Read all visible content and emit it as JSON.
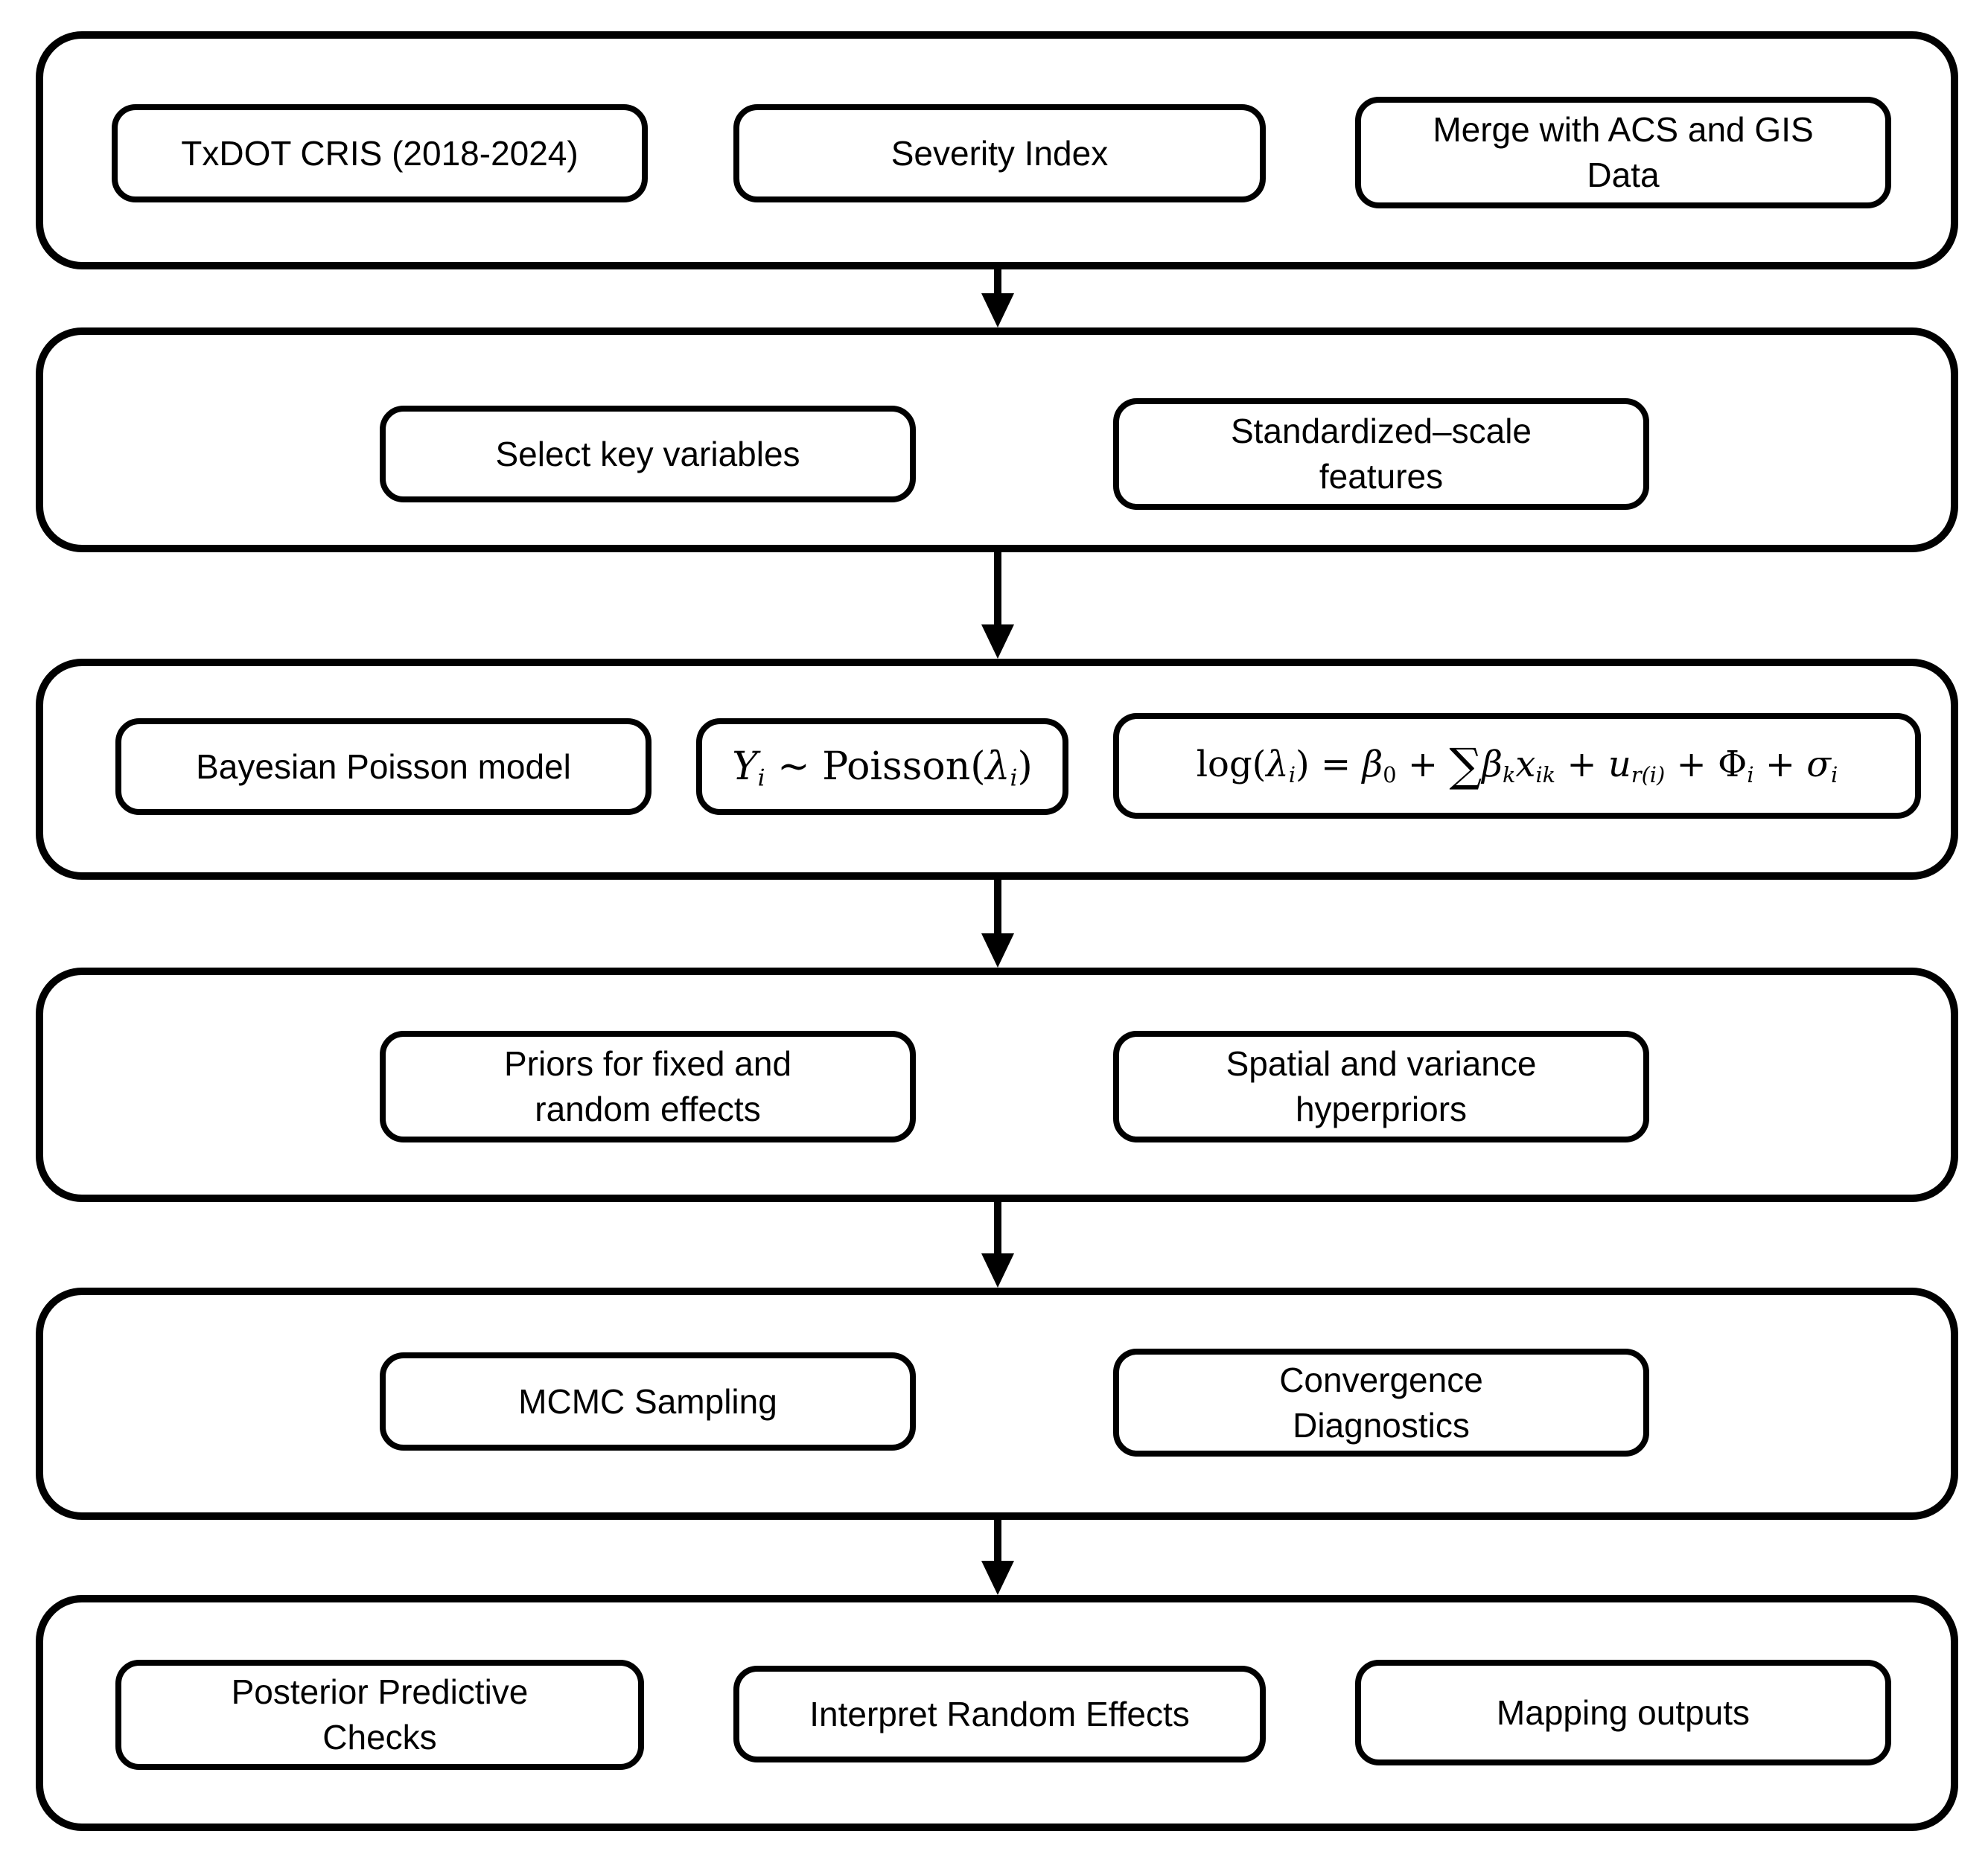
{
  "colors": {
    "ink": "#000000",
    "paper": "#ffffff"
  },
  "boxes": {
    "txdot": "TxDOT CRIS (2018-2024)",
    "severity": "Severity Index",
    "merge": "Merge with ACS and GIS\nData",
    "select_vars": "Select key variables",
    "standardized": "Standardized–scale\nfeatures",
    "bayesian": "Bayesian Poisson model",
    "priors": "Priors for fixed and\nrandom effects",
    "hyperpriors": "Spatial and variance\nhyperpriors",
    "mcmc": "MCMC Sampling",
    "convergence": "Convergence\nDiagnostics",
    "ppc": "Posterior Predictive\nChecks",
    "interpret": "Interpret Random Effects",
    "mapping": "Mapping outputs"
  },
  "math": {
    "poisson": {
      "Y": "Y",
      "Y_sub": "i",
      "rel": " ~ Poisson(",
      "lambda": "λ",
      "lambda_sub": "i",
      "close": ")"
    },
    "loglink": {
      "log": "log(",
      "lambda": "λ",
      "lambda_sub": "i",
      "eq": ") = ",
      "beta0": "β",
      "beta0_sub": "0",
      "plus1": " + ",
      "sum": "∑",
      "betak": "β",
      "betak_sub": "k",
      "x": "x",
      "x_sub": "ik",
      "plus2": " + ",
      "u": "u",
      "u_sub": "r(i)",
      "plus3": " + ",
      "phi": "Φ",
      "phi_sub": "i",
      "plus4": " + ",
      "sigma": "σ",
      "sigma_sub": "i"
    }
  }
}
